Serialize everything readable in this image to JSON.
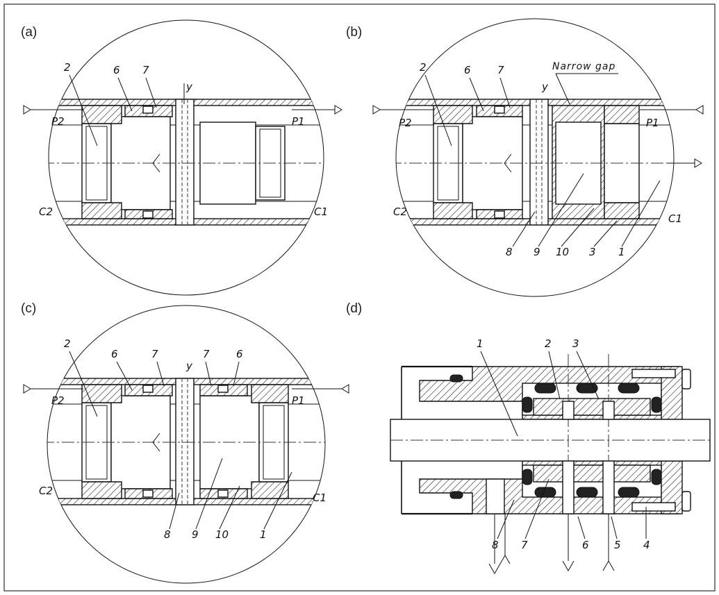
{
  "panels": {
    "a": {
      "label": "(a)",
      "parts": [
        "2",
        "6",
        "7"
      ],
      "axis": "y",
      "pressures": [
        "P2",
        "P1"
      ],
      "chambers": [
        "C2",
        "C1"
      ]
    },
    "b": {
      "label": "(b)",
      "parts": [
        "2",
        "6",
        "7",
        "8",
        "9",
        "10",
        "3",
        "1"
      ],
      "axis": "y",
      "note": "Narrow gap",
      "pressures": [
        "P2",
        "P1"
      ],
      "chambers": [
        "C2",
        "C1"
      ]
    },
    "c": {
      "label": "(c)",
      "parts": [
        "2",
        "6",
        "7",
        "7",
        "6",
        "8",
        "9",
        "10",
        "1"
      ],
      "axis": "y",
      "pressures": [
        "P2",
        "P1"
      ],
      "chambers": [
        "C2",
        "C1"
      ]
    },
    "d": {
      "label": "(d)",
      "parts": [
        "1",
        "2",
        "3",
        "8",
        "7",
        "6",
        "5",
        "4"
      ]
    }
  }
}
